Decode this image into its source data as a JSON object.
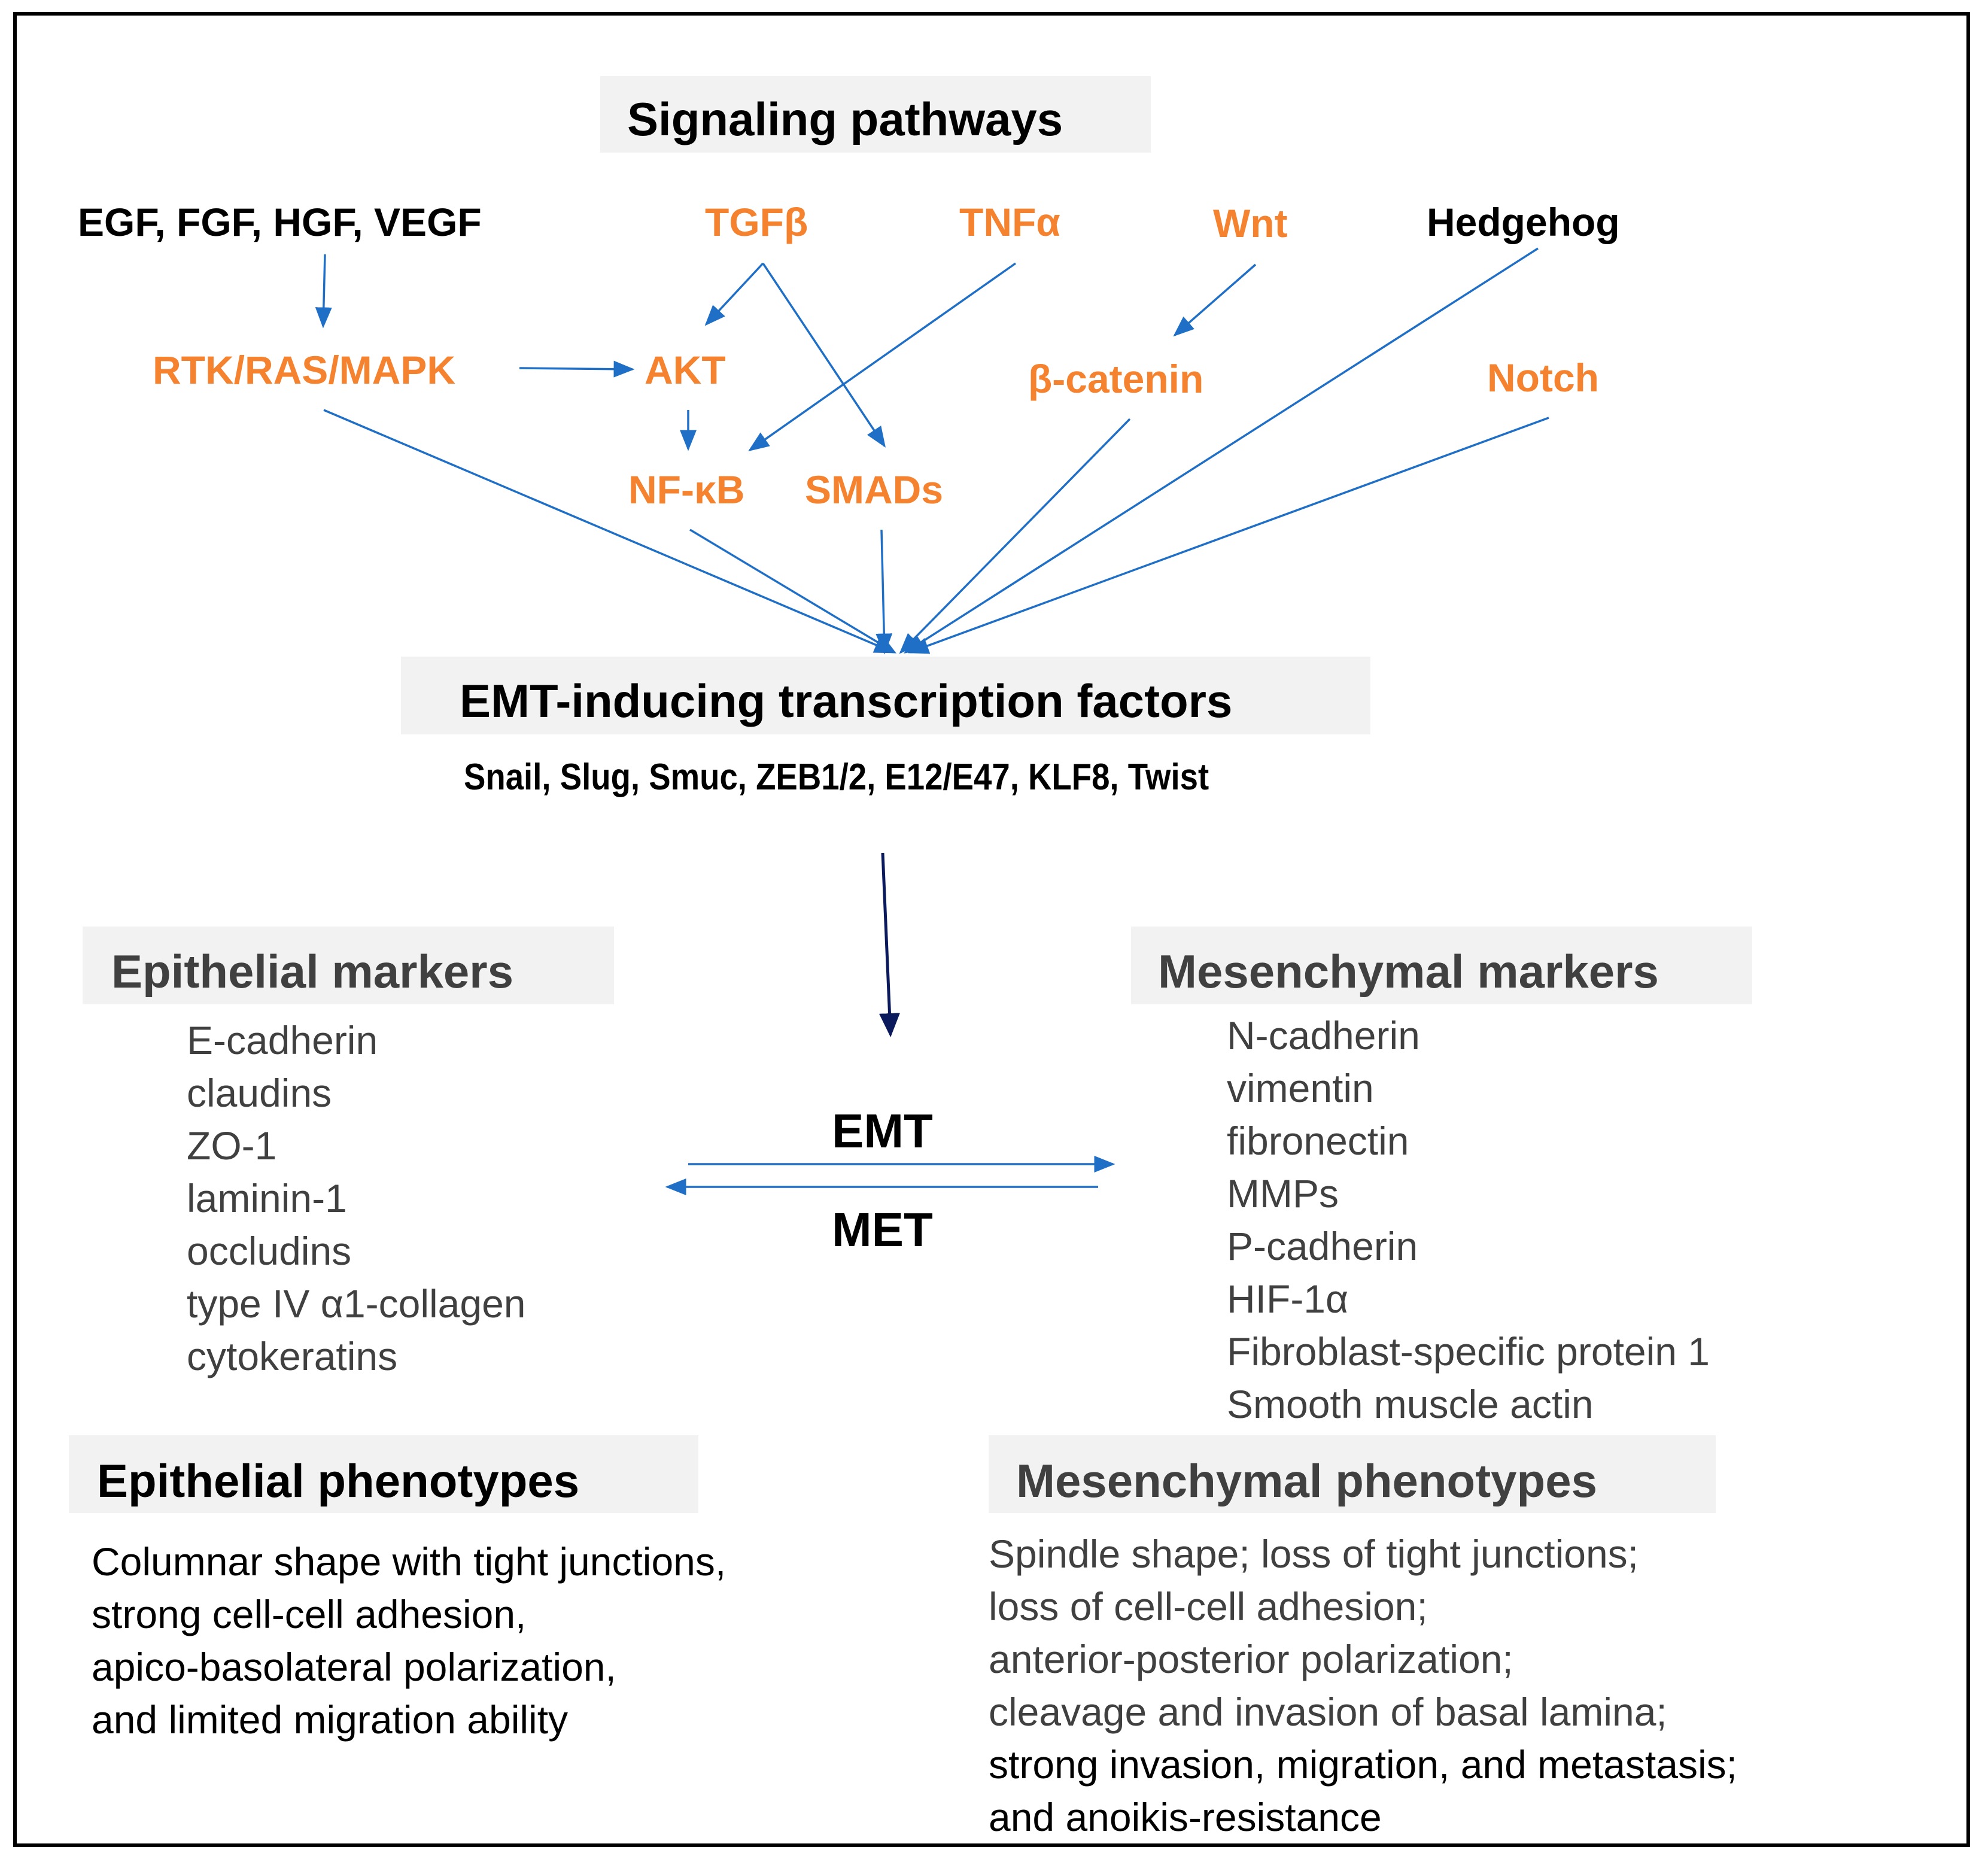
{
  "colors": {
    "orange": "#f5822e",
    "black": "#000000",
    "gray_text": "#404040",
    "arrow_blue": "#1f6fc6",
    "arrow_navy": "#0b1a5c",
    "box_fill": "#f2f2f2"
  },
  "signaling": {
    "title": "Signaling pathways",
    "nodes": {
      "growth_factors": "EGF, FGF, HGF, VEGF",
      "tgfb": "TGFβ",
      "tnfa": "TNFα",
      "wnt": "Wnt",
      "hedgehog": "Hedgehog",
      "rtk": "RTK/RAS/MAPK",
      "akt": "AKT",
      "bcatenin": "β-catenin",
      "notch": "Notch",
      "nfkb": "NF-κB",
      "smads": "SMADs"
    }
  },
  "emt_tf": {
    "title": "EMT-inducing transcription factors",
    "factors": "Snail, Slug, Smuc, ZEB1/2, E12/E47, KLF8, Twist"
  },
  "transition": {
    "forward": "EMT",
    "reverse": "MET"
  },
  "epithelial_markers": {
    "title": "Epithelial markers",
    "items": [
      "E-cadherin",
      "claudins",
      "ZO-1",
      "laminin-1",
      "occludins",
      "type IV α1-collagen",
      "cytokeratins"
    ]
  },
  "mesenchymal_markers": {
    "title": "Mesenchymal markers",
    "items": [
      "N-cadherin",
      "vimentin",
      "fibronectin",
      "MMPs",
      "P-cadherin",
      "HIF-1α",
      "Fibroblast-specific protein 1",
      "Smooth muscle actin"
    ]
  },
  "epithelial_phenotypes": {
    "title": "Epithelial phenotypes",
    "lines": [
      "Columnar shape with tight junctions,",
      "strong cell-cell adhesion,",
      "apico-basolateral polarization,",
      "and limited migration ability"
    ]
  },
  "mesenchymal_phenotypes": {
    "title": "Mesenchymal phenotypes",
    "lines": [
      "Spindle shape; loss of tight junctions;",
      "loss of cell-cell adhesion;",
      "anterior-posterior polarization;",
      "cleavage and invasion of basal lamina;",
      "strong invasion, migration, and metastasis;",
      "and anoikis-resistance"
    ]
  }
}
